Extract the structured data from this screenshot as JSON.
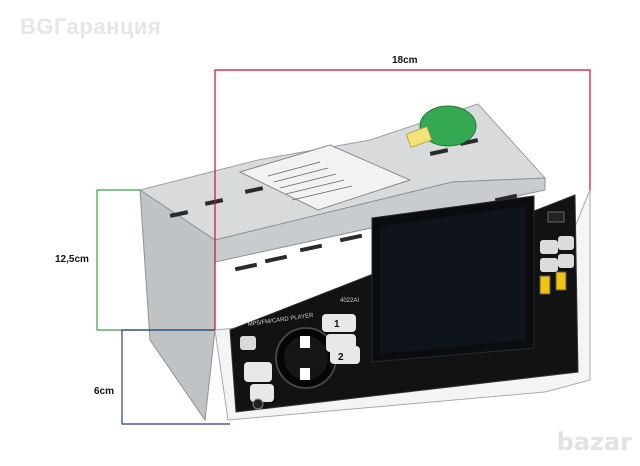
{
  "watermark": "BGГаранция",
  "dimensions": {
    "width_label": "18cm",
    "height_label": "12,5cm",
    "depth_label": "6cm"
  },
  "device": {
    "panel_label": "MP5/FM/CARD PLAYER",
    "model_label": "4022AI",
    "preset_1": "1",
    "preset_2": "2"
  },
  "brand": "bazar",
  "colors": {
    "width_line": "#c8102e",
    "height_line": "#3aa045",
    "depth_line": "#2b3a8c",
    "sticker": "#34a853"
  }
}
